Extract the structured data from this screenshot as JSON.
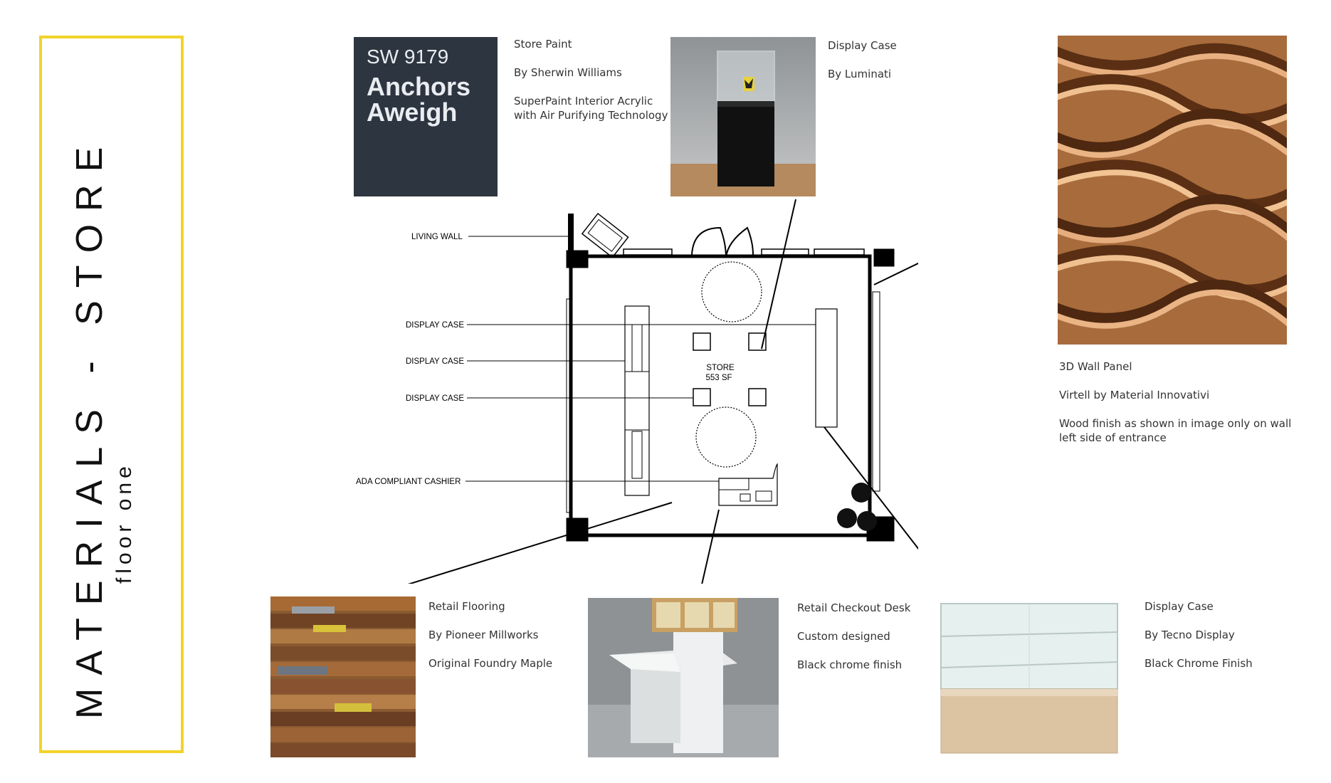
{
  "page": {
    "title_main": "MATERIALS - STORE",
    "title_sub": "floor one",
    "accent_color": "#f2d32a"
  },
  "paint_swatch": {
    "code": "SW 9179",
    "name": "Anchors Aweigh",
    "color": "#2d3540"
  },
  "notes": {
    "store_paint": [
      "Store Paint",
      "By Sherwin Williams",
      "SuperPaint Interior Acrylic with Air Purifying Technology"
    ],
    "display_case_top": [
      "Display Case",
      "By Luminati"
    ],
    "wall_panel": [
      "3D Wall Panel",
      "Virtell by Material Innovativi",
      "Wood finish  as shown in image only on wall left side of entrance"
    ],
    "retail_flooring": [
      "Retail Flooring",
      "By Pioneer Millworks",
      "Original Foundry Maple"
    ],
    "checkout_desk": [
      "Retail Checkout Desk",
      "Custom designed",
      "Black chrome finish"
    ],
    "display_case_bottom": [
      "Display Case",
      "By Tecno Display",
      "Black Chrome Finish"
    ]
  },
  "plan": {
    "labels": [
      "LIVING WALL",
      "DISPLAY CASE",
      "DISPLAY CASE",
      "DISPLAY CASE",
      "ADA COMPLIANT CASHIER"
    ],
    "room_name": "STORE",
    "room_area": "553 SF"
  }
}
